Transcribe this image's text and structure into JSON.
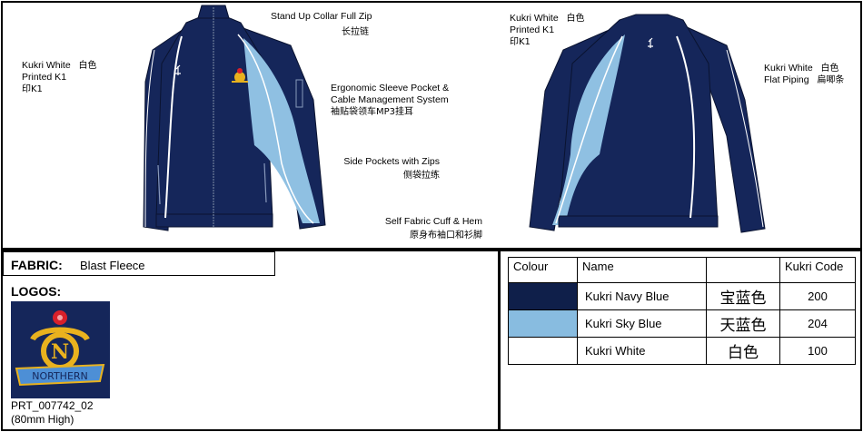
{
  "annotations": {
    "collar": {
      "en": "Stand Up Collar Full Zip",
      "cn": "长拉链"
    },
    "logo_left": {
      "en1": "Kukri White",
      "cn_color": "白色",
      "en2": "Printed K1",
      "cn": "印K1"
    },
    "sleeve_pocket": {
      "en1": "Ergonomic Sleeve Pocket &",
      "en2": "Cable Management System",
      "cn": "袖贴袋领车MP3挂耳"
    },
    "side_pockets": {
      "en": "Side Pockets with Zips",
      "cn": "侧袋拉练"
    },
    "cuff": {
      "en": "Self Fabric Cuff & Hem",
      "cn": "原身布袖口和衫脚"
    },
    "logo_back": {
      "en1": "Kukri White",
      "cn_color": "白色",
      "en2": "Printed K1",
      "cn": "印K1"
    },
    "piping": {
      "en1": "Kukri White",
      "cn_color": "白色",
      "en2": "Flat Piping",
      "cn": "扁唧条"
    }
  },
  "fabric": {
    "label": "FABRIC:",
    "value": "Blast Fleece"
  },
  "logos": {
    "label": "LOGOS:",
    "code": "PRT_007742_02",
    "size": "(80mm High)",
    "logo_letter": "N",
    "logo_banner": "NORTHERN"
  },
  "colour_table": {
    "headers": {
      "colour": "Colour",
      "name": "Name",
      "cn": "",
      "code": "Kukri Code"
    },
    "rows": [
      {
        "swatch": "#0f1f4a",
        "name": "Kukri Navy Blue",
        "cn": "宝蓝色",
        "code": "200"
      },
      {
        "swatch": "#88bce0",
        "name": "Kukri Sky Blue",
        "cn": "天蓝色",
        "code": "204"
      },
      {
        "swatch": "#ffffff",
        "name": "Kukri White",
        "cn": "白色",
        "code": "100"
      }
    ]
  },
  "colors": {
    "navy": "#15265a",
    "sky": "#8fc0e2",
    "gold": "#e9b21e",
    "red": "#d8202a"
  }
}
